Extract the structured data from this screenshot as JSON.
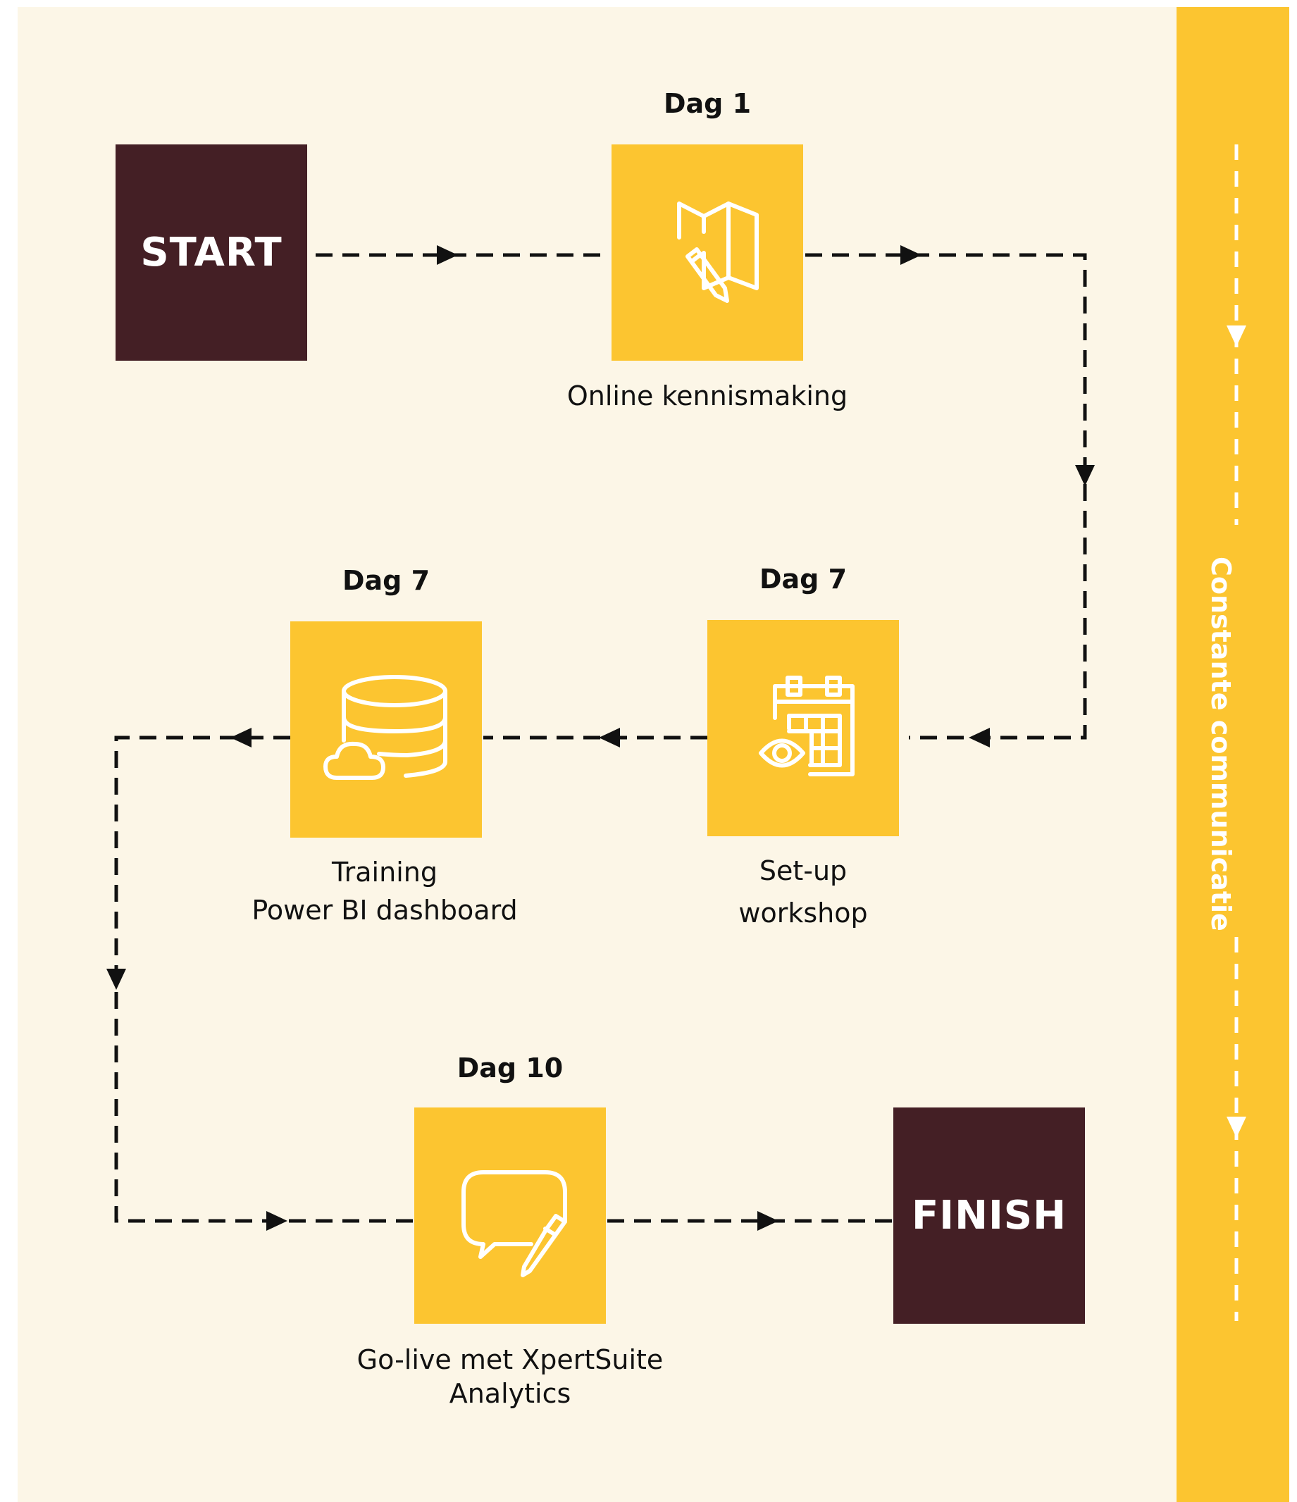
{
  "start": {
    "label": "START"
  },
  "finish": {
    "label": "FINISH"
  },
  "steps": [
    {
      "day": "Dag 1",
      "caption": [
        "Online kennismaking"
      ],
      "icon": "map-pencil-icon"
    },
    {
      "day": "Dag 7",
      "caption": [
        "Set-up",
        "workshop"
      ],
      "icon": "calendar-eye-icon"
    },
    {
      "day": "Dag 7",
      "caption": [
        "Training",
        "Power BI dashboard"
      ],
      "icon": "database-cloud-icon"
    },
    {
      "day": "Dag 10",
      "caption": [
        "Go-live met XpertSuite",
        "Analytics"
      ],
      "icon": "speech-bubble-pencil-icon"
    }
  ],
  "sidebar": {
    "label": "Constante communicatie"
  },
  "colors": {
    "background": "#fcf6e7",
    "accent": "#fcc530",
    "dark": "#441f25",
    "line": "#111111",
    "icon_stroke": "#ffffff"
  }
}
